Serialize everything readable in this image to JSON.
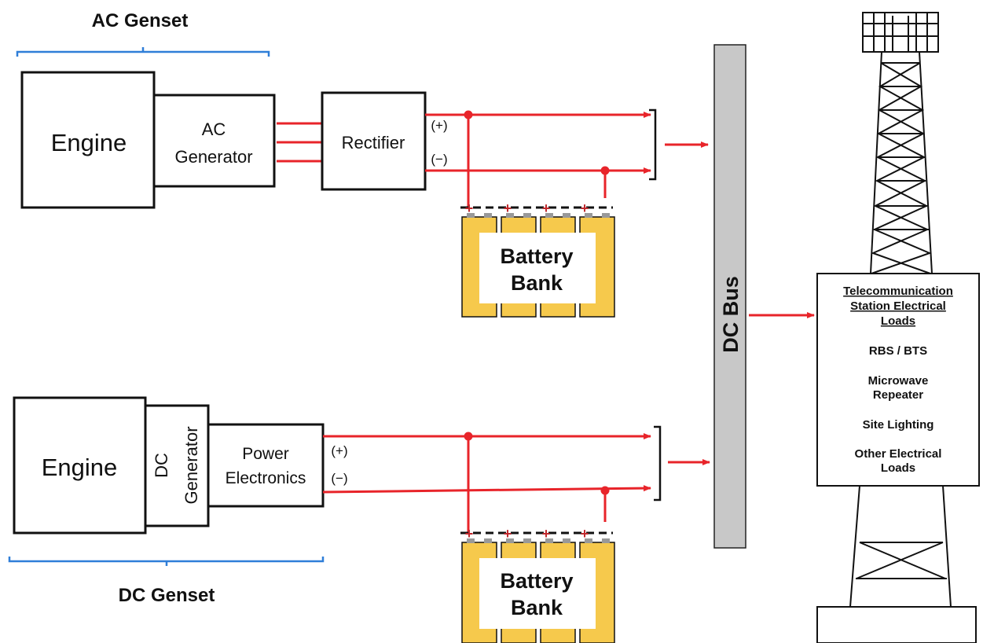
{
  "ac_genset": {
    "title": "AC Genset",
    "engine": "Engine",
    "generator_line1": "AC",
    "generator_line2": "Generator",
    "converter": "Rectifier",
    "pos": "(+)",
    "neg": "(−)"
  },
  "dc_genset": {
    "title": "DC Genset",
    "engine": "Engine",
    "generator_line1": "DC",
    "generator_line2": "Generator",
    "converter_line1": "Power",
    "converter_line2": "Electronics",
    "pos": "(+)",
    "neg": "(−)"
  },
  "battery_top": {
    "line1": "Battery",
    "line2": "Bank",
    "terminal_pos": "+",
    "terminal_neg": "−"
  },
  "battery_bottom": {
    "line1": "Battery",
    "line2": "Bank",
    "terminal_pos": "+",
    "terminal_neg": "−"
  },
  "dc_bus": {
    "label": "DC Bus"
  },
  "loads": {
    "title_line1": "Telecommunication",
    "title_line2": "Station Electrical",
    "title_line3": "Loads",
    "item1": "RBS / BTS",
    "item2_line1": "Microwave",
    "item2_line2": "Repeater",
    "item3": "Site Lighting",
    "item4_line1": "Other Electrical",
    "item4_line2": "Loads"
  },
  "colors": {
    "wire": "#e8242a",
    "bracket": "#2f7ed8",
    "battery": "#f6c94c",
    "dc_bus": "#c8c8c8",
    "outline": "#111111"
  }
}
